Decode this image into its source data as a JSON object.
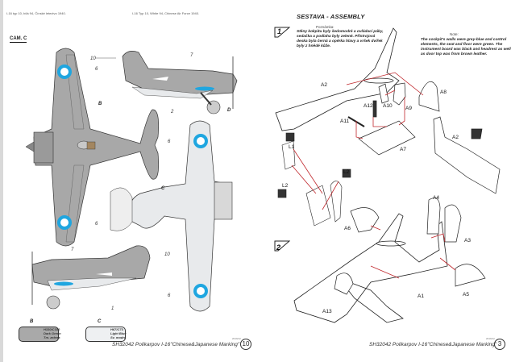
{
  "left_page": {
    "header_left": "I-16 typ 10, bílá 94, Čínské letectvo 1940.",
    "header_right": "I-16 Typ 10, White 94, Chinese Air Force 1940.",
    "camouflage_label": "CAM. C",
    "callouts": [
      "10",
      "6",
      "7",
      "B",
      "2",
      "D",
      "6",
      "C",
      "6",
      "7",
      "10",
      "1",
      "6"
    ],
    "colors": [
      {
        "letter": "B",
        "code": "H330/C330",
        "name_en": "Dark Green",
        "name_cz": "Tm. zelená",
        "hex": "#a9a9a9"
      },
      {
        "letter": "C",
        "code": "H67/C73",
        "name_en": "Light Blue",
        "name_cz": "Sv. modrá",
        "hex": "#eef0f2"
      }
    ],
    "footer": "SH32042 Polikarpov I-16\"Chinese&Japanese Marking\"",
    "footer_small": "2019/12",
    "page_number": "10",
    "roundel_color": "#1fa6e0",
    "fuselage_color": "#a8a8a8",
    "underside_color": "#e8eaec"
  },
  "right_page": {
    "title": "SESTAVA - ASSEMBLY",
    "steps": [
      "1",
      "2"
    ],
    "note_cz_heading": "Poznámka:",
    "note_cz": "Stěny kokpitu byly šedomodré a ovládací páky, sedačka a podlaha byly zelené. Přístrojová deska byla černá a opěrka hlavy a vršek dvířek byly z hnědé kůže.",
    "note_en_heading": "Note:",
    "note_en": "The cockpit's walls were grey-blue and control elements, the seat and floor were green. The instrument board was black and headrest as well as door top was from brown leather.",
    "part_labels": [
      "A2",
      "A8",
      "A12",
      "A10",
      "A9",
      "A11",
      "A7",
      "A2",
      "L1",
      "L2",
      "L2",
      "A4",
      "A6",
      "A3",
      "A1",
      "A13",
      "A5"
    ],
    "leader_color": "#c0282d",
    "footer": "SH32042 Polikarpov I-16\"Chinese&Japanese Marking\"",
    "footer_small": "2019/12",
    "page_number": "3"
  }
}
